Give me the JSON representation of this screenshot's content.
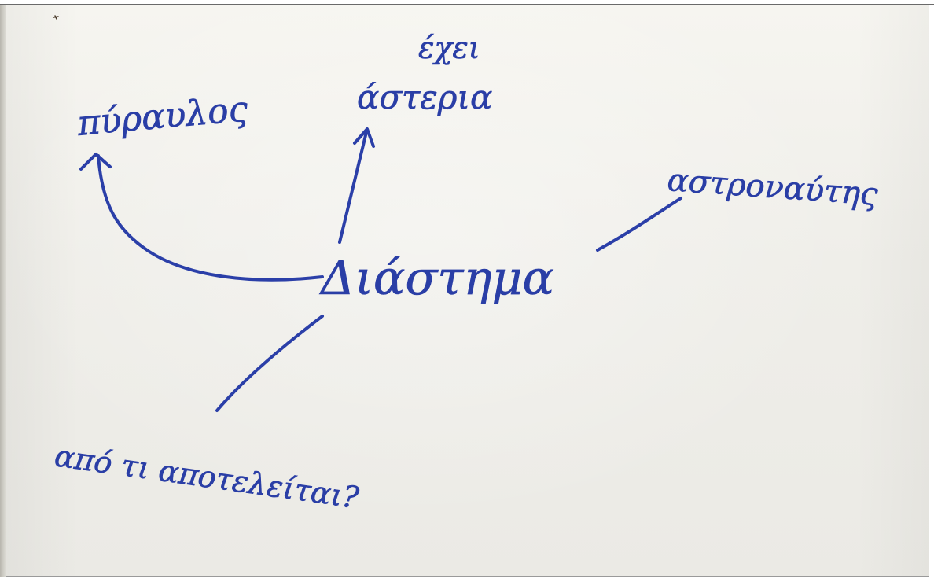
{
  "words": {
    "center": "Διάστημα",
    "rocket": "πύραυλος",
    "has": "έχει",
    "stars": "άστερια",
    "astronaut": "αστροναύτης",
    "question": "από τι αποτελείται?"
  },
  "colors": {
    "ink": "#2b3fa8",
    "paper": "#f2f1ec",
    "mark": "#4a3a2a"
  }
}
